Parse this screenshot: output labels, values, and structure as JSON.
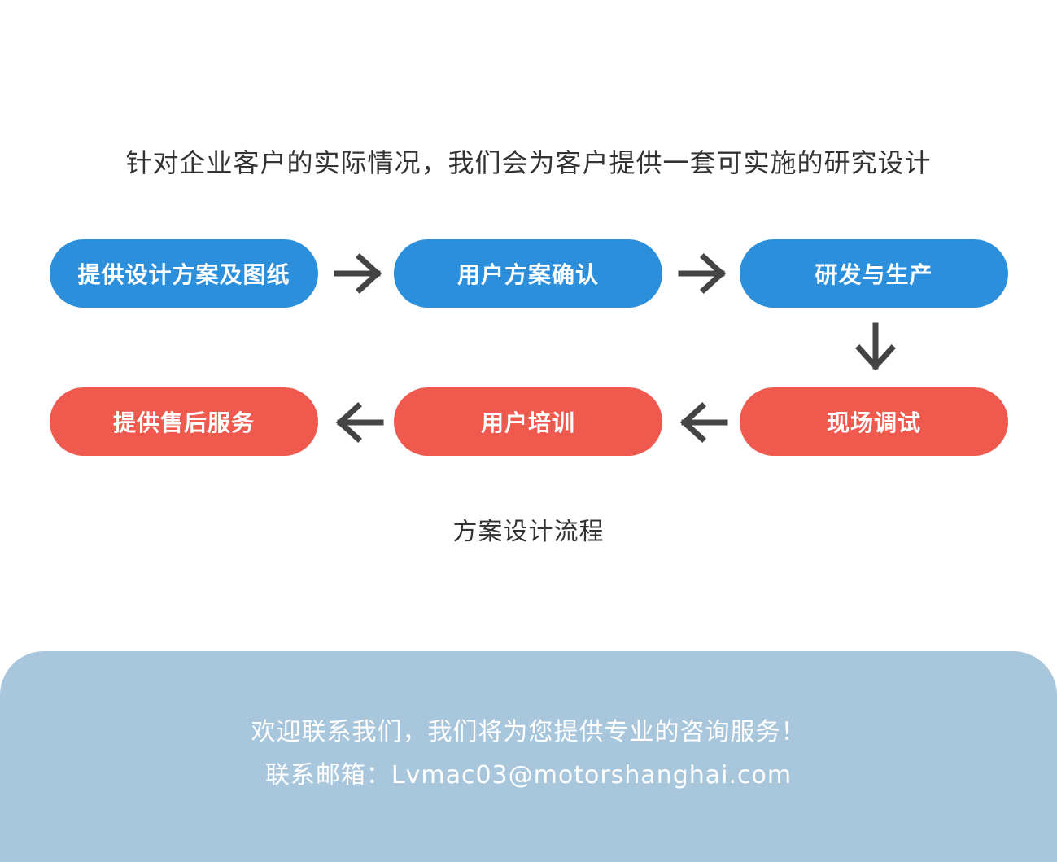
{
  "intro_text": "针对企业客户的实际情况，我们会为客户提供一套可实施的研究设计",
  "flow": {
    "steps": [
      {
        "label": "提供设计方案及图纸",
        "color": "#2b8fdc"
      },
      {
        "label": "用户方案确认",
        "color": "#2b8fdc"
      },
      {
        "label": "研发与生产",
        "color": "#2b8fdc"
      },
      {
        "label": "现场调试",
        "color": "#f0594e"
      },
      {
        "label": "用户培训",
        "color": "#f0594e"
      },
      {
        "label": "提供售后服务",
        "color": "#f0594e"
      }
    ],
    "arrow_color": "#444444",
    "caption": "方案设计流程"
  },
  "contact": {
    "line1": "欢迎联系我们，我们将为您提供专业的咨询服务！",
    "line2": "联系邮箱：Lvmac03@motorshanghai.com",
    "background": "#a9c7dc"
  },
  "icons": [
    "arrow-right-icon",
    "arrow-down-icon",
    "arrow-left-icon"
  ]
}
